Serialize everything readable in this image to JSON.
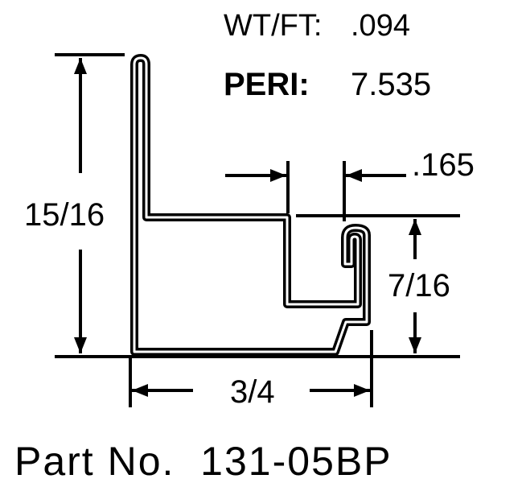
{
  "specs": {
    "weight_label": "WT/FT:",
    "weight_value": ".094",
    "perimeter_label": "PERI:",
    "perimeter_value": "7.535"
  },
  "dimensions": {
    "overall_height": "15/16",
    "lip_height": "7/16",
    "slot_width": ".165",
    "overall_width": "3/4"
  },
  "part_number": "Part No.  131-05BP",
  "colors": {
    "ink": "#000000",
    "background": "#ffffff"
  }
}
